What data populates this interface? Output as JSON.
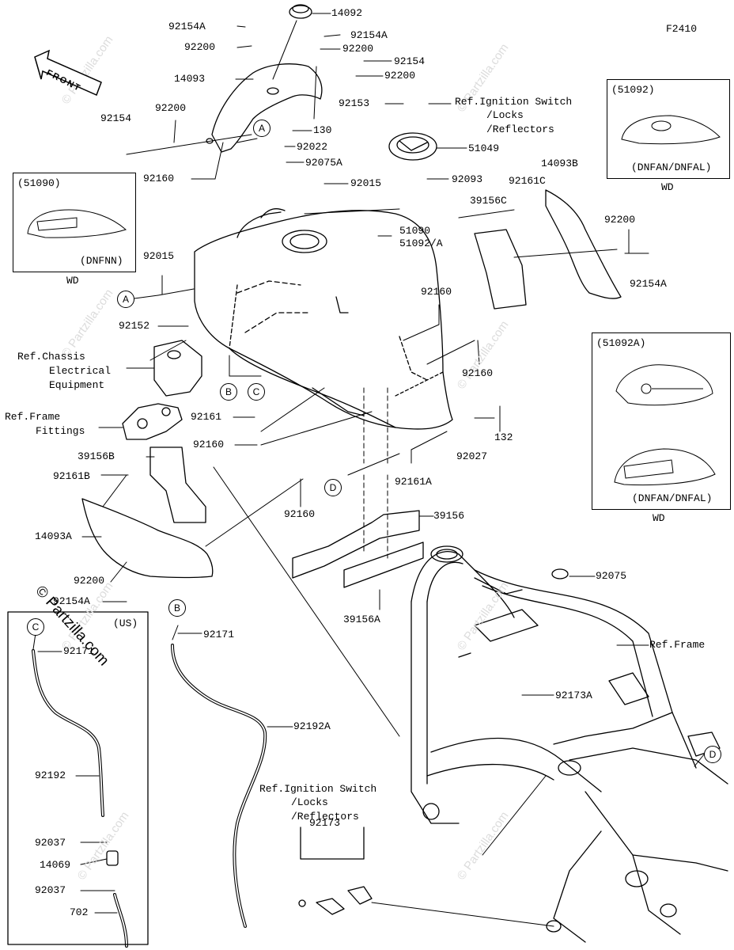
{
  "figure_code": "F2410",
  "front_label": "FRONT",
  "watermark": "© Partzilla.com",
  "callouts": {
    "p14092": "14092",
    "p92154A_top_left": "92154A",
    "p92200_top_left": "92200",
    "p92154A_top_mid": "92154A",
    "p92200_top_mid": "92200",
    "p92154_top": "92154",
    "p92200_top_right": "92200",
    "p14093": "14093",
    "p92153": "92153",
    "p92154_left": "92154",
    "p92200_left": "92200",
    "p130": "130",
    "p92022": "92022",
    "p51049": "51049",
    "p92075A": "92075A",
    "p92093": "92093",
    "p92160_top": "92160",
    "p92015_mid": "92015",
    "p14093B": "14093B",
    "p92161C": "92161C",
    "p39156C": "39156C",
    "p92200_right": "92200",
    "p51090": "51090",
    "p51092A": "51092/A",
    "p92015_left": "92015",
    "p92154A_right": "92154A",
    "p92160_center": "92160",
    "p92152": "92152",
    "p92160_right": "92160",
    "p92161": "92161",
    "p132": "132",
    "p92160_lower": "92160",
    "p92027": "92027",
    "p39156B": "39156B",
    "p92161A": "92161A",
    "p92161B": "92161B",
    "p92160_bottom": "92160",
    "p39156": "39156",
    "p14093A": "14093A",
    "p92200_lower_left": "92200",
    "p92154A_lower_left": "92154A",
    "p39156A": "39156A",
    "p92075": "92075",
    "p92171_b": "92171",
    "p92171_c": "92171",
    "p92192A": "92192A",
    "p92173A": "92173A",
    "p92192": "92192",
    "p92037_top": "92037",
    "p14069": "14069",
    "p92037_bottom": "92037",
    "p702": "702",
    "p92173": "92173"
  },
  "refs": {
    "ignition_top_1": "Ref.Ignition Switch",
    "ignition_top_2": "/Locks",
    "ignition_top_3": "/Reflectors",
    "chassis_1": "Ref.Chassis",
    "chassis_2": "Electrical",
    "chassis_3": "Equipment",
    "frame_fittings_1": "Ref.Frame",
    "frame_fittings_2": "Fittings",
    "frame": "Ref.Frame",
    "ignition_bottom_1": "Ref.Ignition Switch",
    "ignition_bottom_2": "/Locks",
    "ignition_bottom_3": "/Reflectors"
  },
  "circle_labels": {
    "a_top": "A",
    "a_left": "A",
    "b_mid": "B",
    "c_mid": "C",
    "d_mid": "D",
    "d_right": "D",
    "b_hose": "B",
    "c_hose": "C"
  },
  "insets": {
    "box_51090": {
      "code": "(51090)",
      "variant": "(DNFNN)",
      "caption": "WD"
    },
    "box_51092": {
      "code": "(51092)",
      "variant": "(DNFAN/DNFAL)",
      "caption": "WD"
    },
    "box_51092A": {
      "code": "(51092A)",
      "variant": "(DNFAN/DNFAL)",
      "caption": "WD"
    }
  },
  "us_label": "(US)"
}
